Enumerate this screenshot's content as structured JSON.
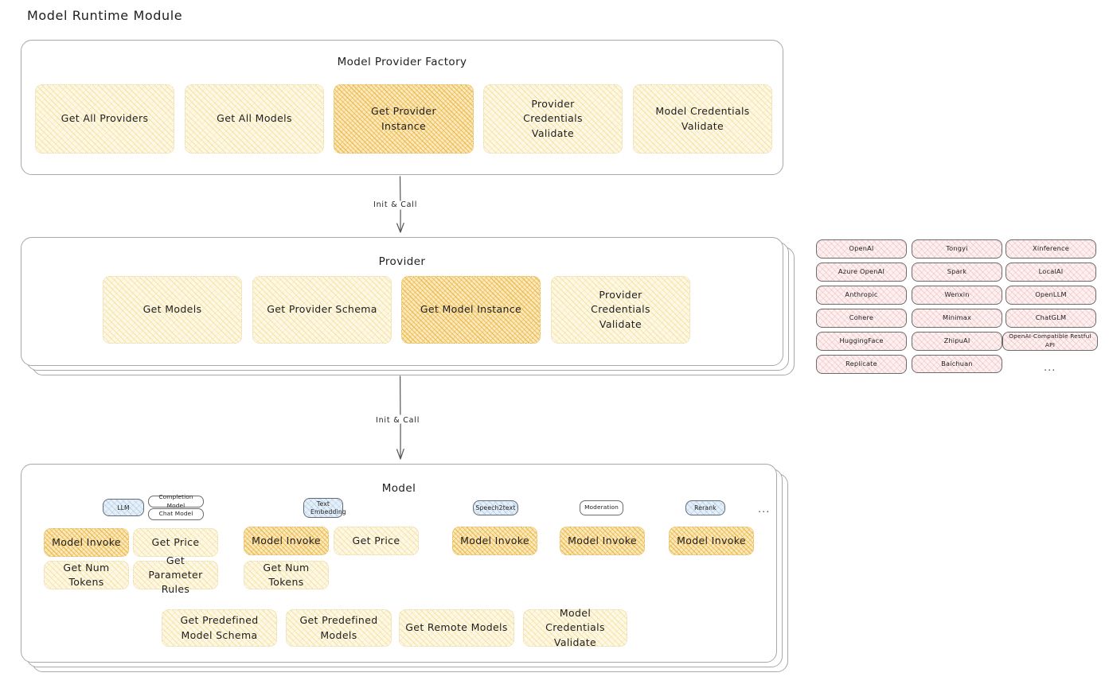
{
  "page": {
    "title": "Model Runtime Module",
    "colors": {
      "accent_strong": "#e9ae2d",
      "accent_light": "#fdf8e6",
      "provider_chip": "#fdf0f0",
      "model_badge": "#e7f0f8",
      "stroke": "#a8a8a8",
      "text": "#1e1e1e"
    }
  },
  "factory": {
    "title": "Model Provider Factory",
    "items": [
      {
        "label": "Get All Providers",
        "emphasis": "light"
      },
      {
        "label": "Get All Models",
        "emphasis": "light"
      },
      {
        "label": "Get Provider Instance",
        "emphasis": "strong"
      },
      {
        "label": "Provider Credentials Validate",
        "emphasis": "light"
      },
      {
        "label": "Model Credentials Validate",
        "emphasis": "light"
      }
    ]
  },
  "arrows": [
    {
      "label": "Init & Call"
    },
    {
      "label": "Init & Call"
    }
  ],
  "provider": {
    "title": "Provider",
    "items": [
      {
        "label": "Get Models",
        "emphasis": "light"
      },
      {
        "label": "Get Provider Schema",
        "emphasis": "light"
      },
      {
        "label": "Get Model Instance",
        "emphasis": "strong"
      },
      {
        "label": "Provider Credentials Validate",
        "emphasis": "light"
      }
    ]
  },
  "provider_list": {
    "columns": [
      {
        "items": [
          "OpenAI",
          "Azure OpenAI",
          "Anthropic",
          "Cohere",
          "HuggingFace",
          "Replicate"
        ],
        "more": ""
      },
      {
        "items": [
          "Tongyi",
          "Spark",
          "Wenxin",
          "Minimax",
          "ZhipuAI",
          "Baichuan"
        ],
        "more": ""
      },
      {
        "items": [
          "Xinference",
          "LocalAI",
          "OpenLLM",
          "ChatGLM",
          "OpenAI-Compatible Restful API"
        ],
        "more": "..."
      }
    ]
  },
  "model": {
    "title": "Model",
    "more": "...",
    "types": [
      {
        "badge": "LLM",
        "subbadges": [
          "Completion Model",
          "Chat Model"
        ],
        "methods": [
          {
            "label": "Model Invoke",
            "emphasis": "strong"
          },
          {
            "label": "Get Price",
            "emphasis": "light"
          },
          {
            "label": "Get Num Tokens",
            "emphasis": "light"
          },
          {
            "label": "Get Parameter Rules",
            "emphasis": "light"
          }
        ]
      },
      {
        "badge": "Text Embedding",
        "subbadges": [],
        "methods": [
          {
            "label": "Model Invoke",
            "emphasis": "strong"
          },
          {
            "label": "Get Price",
            "emphasis": "light"
          },
          {
            "label": "Get Num Tokens",
            "emphasis": "light"
          }
        ]
      },
      {
        "badge": "Speech2text",
        "subbadges": [],
        "methods": [
          {
            "label": "Model Invoke",
            "emphasis": "strong"
          }
        ]
      },
      {
        "badge": "Moderation",
        "subbadges": [],
        "methods": [
          {
            "label": "Model Invoke",
            "emphasis": "strong"
          }
        ]
      },
      {
        "badge": "Rerank",
        "subbadges": [],
        "methods": [
          {
            "label": "Model Invoke",
            "emphasis": "strong"
          }
        ]
      }
    ],
    "shared_methods": [
      {
        "label": "Get Predefined Model Schema",
        "emphasis": "light"
      },
      {
        "label": "Get Predefined Models",
        "emphasis": "light"
      },
      {
        "label": "Get Remote Models",
        "emphasis": "light"
      },
      {
        "label": "Model Credentials Validate",
        "emphasis": "light"
      }
    ]
  }
}
